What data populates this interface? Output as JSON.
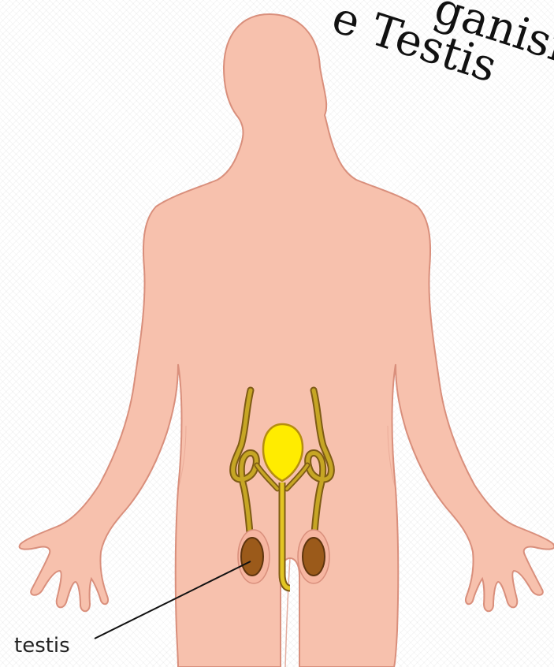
{
  "title_fragment": {
    "line1": "ganisi",
    "line2": "e Testis"
  },
  "labels": {
    "testis": "testis"
  },
  "colors": {
    "skin": "#f7c1ad",
    "skin_outline": "#d98f7c",
    "duct": "#c6a624",
    "duct_outline": "#7e5b15",
    "bladder": "#ffec00",
    "testis_fill": "#9b5a1a",
    "leader": "#111111"
  }
}
